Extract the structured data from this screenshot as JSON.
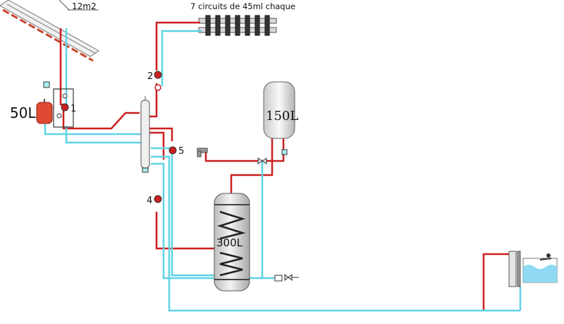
{
  "labels": {
    "panel_area": "12m2",
    "circuits": "7 circuits de 45ml chaque",
    "expansion_tank": "50L",
    "tank_150": "150L",
    "tank_300": "300L",
    "pump_1": "1",
    "pump_2": "2",
    "pump_4": "4",
    "pump_5": "5"
  },
  "colors": {
    "hot": "#cc1f1f",
    "cold": "#5fd3e6",
    "tank_fill": "#e8e8e8",
    "expansion": "#e04a33",
    "collector": "#d84a2a",
    "pool_water": "#8fd9f2"
  }
}
